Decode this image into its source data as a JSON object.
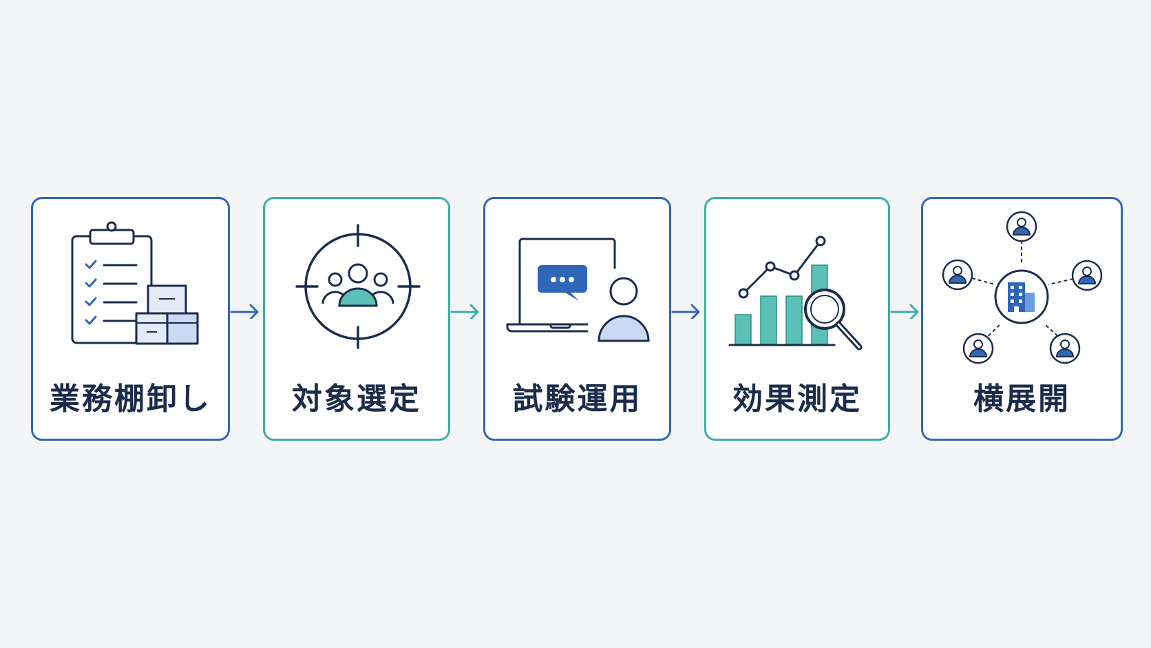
{
  "steps": [
    {
      "label": "業務棚卸し",
      "icon": "clipboard-checklist-boxes-icon",
      "border": "#2f66b8"
    },
    {
      "label": "対象選定",
      "icon": "target-group-icon",
      "border": "#3aaea6"
    },
    {
      "label": "試験運用",
      "icon": "laptop-chat-user-icon",
      "border": "#2f66b8"
    },
    {
      "label": "効果測定",
      "icon": "chart-magnifier-icon",
      "border": "#3aaea6"
    },
    {
      "label": "横展開",
      "icon": "network-building-icon",
      "border": "#2f66b8"
    }
  ],
  "colors": {
    "navy": "#1b2b4b",
    "blue": "#2f66b8",
    "teal": "#3aaea6",
    "background": "#f4f5f7"
  }
}
